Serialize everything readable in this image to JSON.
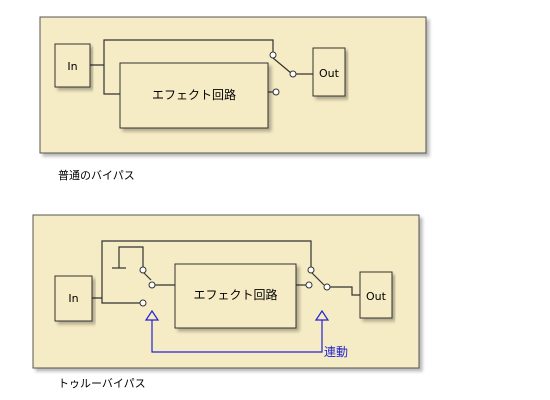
{
  "colors": {
    "background": "#ffffff",
    "panel": "#f5ebc4",
    "panel_border": "#555555",
    "block_fill": "#f5ebc4",
    "wire": "#333333",
    "link": "#2323d2"
  },
  "normal_bypass": {
    "in_label": "In",
    "effect_label": "エフェクト回路",
    "out_label": "Out",
    "caption": "普通のバイパス"
  },
  "true_bypass": {
    "in_label": "In",
    "effect_label": "エフェクト回路",
    "out_label": "Out",
    "link_label": "連動",
    "caption": "トゥルーバイパス"
  }
}
